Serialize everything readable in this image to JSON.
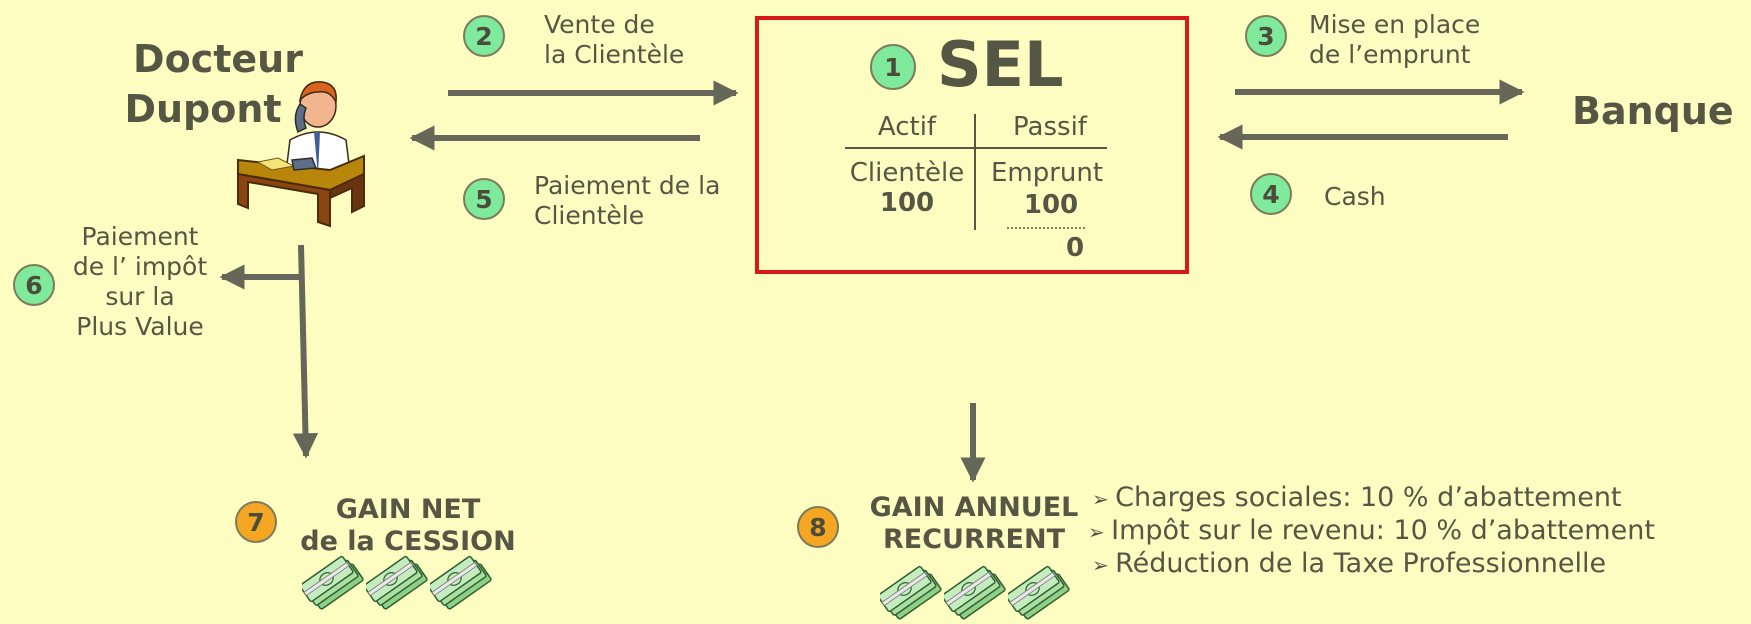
{
  "doctor": {
    "line1": "Docteur",
    "line2": "Dupont"
  },
  "bank": {
    "name": "Banque"
  },
  "steps": {
    "s1": "1",
    "s2": "2",
    "s3": "3",
    "s4": "4",
    "s5": "5",
    "s6": "6",
    "s7": "7",
    "s8": "8"
  },
  "labels": {
    "vente_line1": "Vente de",
    "vente_line2": "la Clientèle",
    "paiement_line1": "Paiement de la",
    "paiement_line2": "Clientèle",
    "emprunt_line1": "Mise en place",
    "emprunt_line2": "de l’emprunt",
    "cash": "Cash",
    "impot_line1": "Paiement",
    "impot_line2": "de l’ impôt",
    "impot_line3": "sur la",
    "impot_line4": "Plus Value"
  },
  "sel": {
    "title": "SEL",
    "actif_header": "Actif",
    "passif_header": "Passif",
    "actif_item": "Clientèle",
    "actif_value": "100",
    "passif_item": "Emprunt",
    "passif_value": "100",
    "passif_balance": "0"
  },
  "gain_net": {
    "line1": "GAIN NET",
    "line2": "de la CESSION"
  },
  "gain_annuel": {
    "line1": "GAIN ANNUEL",
    "line2": "RECURRENT"
  },
  "benefits": [
    "Charges sociales: 10 % d’abattement",
    "Impôt sur le revenu: 10 % d’abattement",
    "Réduction de la Taxe Professionnelle"
  ],
  "colors": {
    "background": "#fdfdc1",
    "arrow": "#666659",
    "sel_border": "#d81919",
    "badge_green": "#80ea9c",
    "badge_orange": "#f5a623"
  },
  "icons": {
    "doctor": "doctor-on-phone-at-desk-icon",
    "money": "money-stack-icon"
  }
}
